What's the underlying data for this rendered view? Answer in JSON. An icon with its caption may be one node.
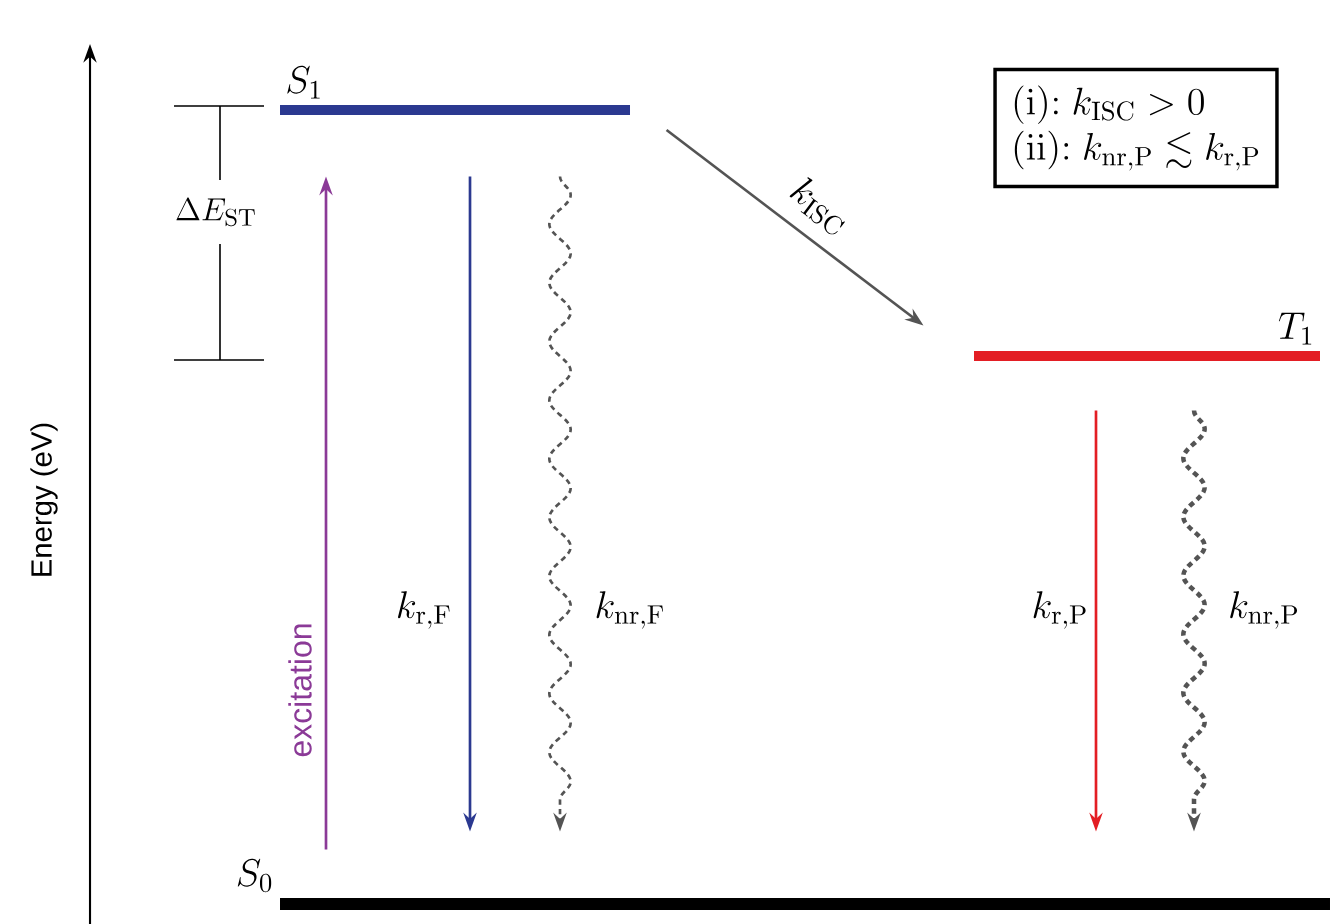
{
  "diagram": {
    "nodes": [
      {
        "text": [
          "S_1"
        ]
      },
      {
        "text": [
          "\\mathrm{(i)}{:}\\ k_{\\mathrm{ISC}} > 0",
          "\\mathrm{(ii)}{:}\\ k_{\\mathrm{nr,P}} \\lesssim k_{\\mathrm{r,P}}"
        ]
      },
      {
        "text": [
          "T_1"
        ]
      },
      {
        "text": [
          "S_0"
        ]
      }
    ],
    "edges": [
      {
        "from": 3,
        "to": 0,
        "arrow": "to",
        "label": "excitation",
        "color": "#8b3a97"
      },
      {
        "from": 0,
        "to": 3,
        "arrow": "to",
        "label": "k_{\\mathrm{r,F}}",
        "color": "#2b3990"
      },
      {
        "from": 0,
        "to": 3,
        "arrow": "to",
        "label": "k_{\\mathrm{nr,F}}",
        "style": "dashed"
      },
      {
        "from": 0,
        "to": 2,
        "arrow": "to",
        "label": "k_{\\mathrm{ISC}}"
      },
      {
        "from": 2,
        "to": 3,
        "arrow": "to",
        "label": "k_{\\mathrm{r,P}}",
        "color": "#e31e24"
      },
      {
        "from": 2,
        "to": 3,
        "arrow": "to",
        "label": "k_{\\mathrm{nr,P}}",
        "style": "dashed"
      }
    ],
    "labels": [
      "Energy (eV)",
      "\\Delta E_{\\mathrm{ST}}"
    ]
  }
}
